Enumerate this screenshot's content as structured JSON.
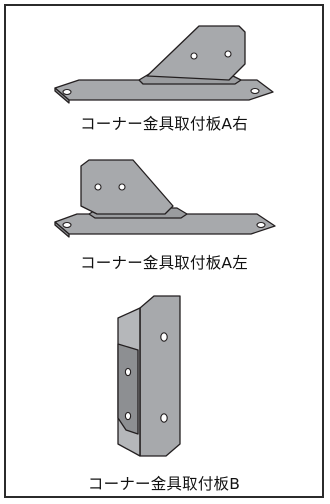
{
  "parts": [
    {
      "label": "コーナー金具取付板A右"
    },
    {
      "label": "コーナー金具取付板A左"
    },
    {
      "label": "コーナー金具取付板B"
    }
  ],
  "colors": {
    "metal": "#a7a9ac",
    "metal_dark": "#8d8f92",
    "outline": "#231f20",
    "hole": "#ffffff"
  }
}
